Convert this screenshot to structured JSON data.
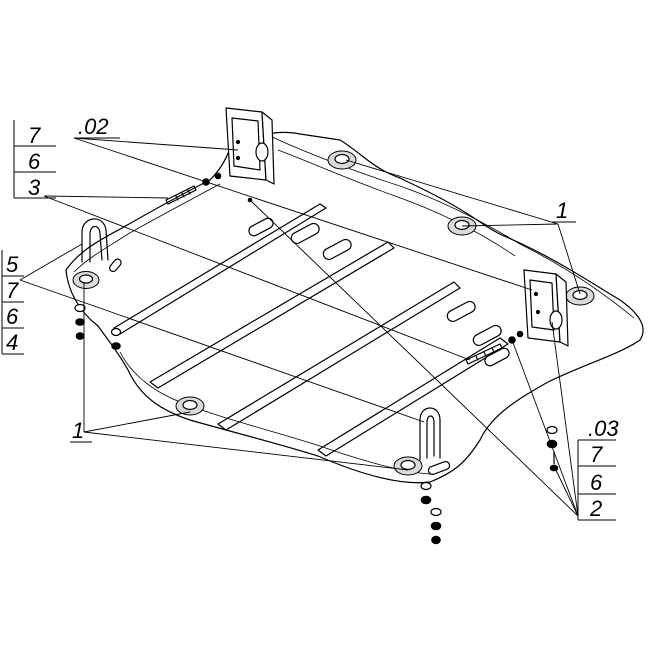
{
  "callouts": {
    "left_top": [
      ".02",
      "7",
      "6",
      "3"
    ],
    "left_mid": [
      "5",
      "7",
      "6",
      "4"
    ],
    "left_bottom": "1",
    "right_top": "1",
    "right_bottom": [
      ".03",
      "7",
      "6",
      "2"
    ]
  }
}
